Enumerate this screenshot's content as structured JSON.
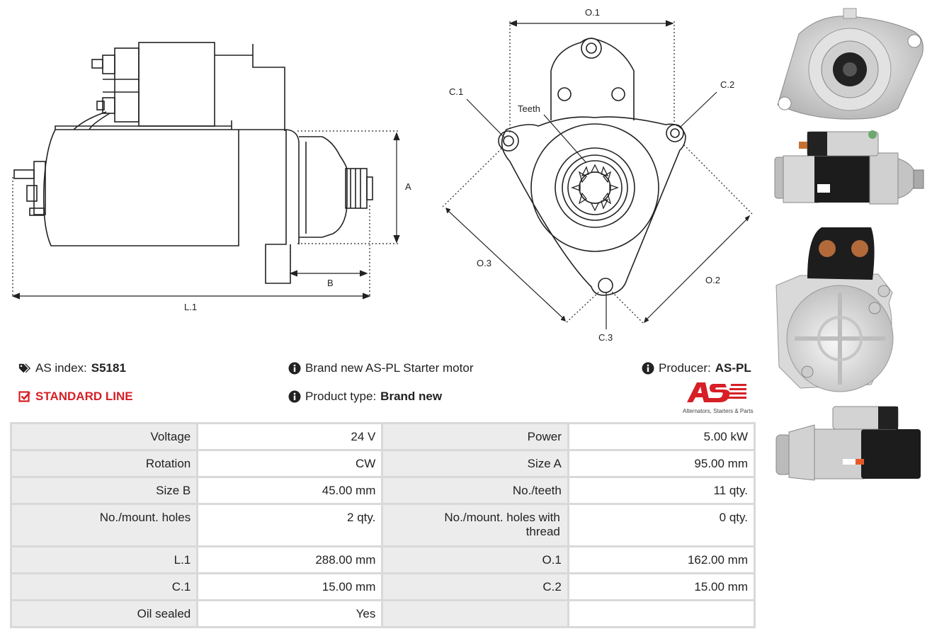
{
  "drawing": {
    "side_labels": {
      "a": "A",
      "b": "B",
      "l1": "L.1"
    },
    "front_labels": {
      "o1": "O.1",
      "o2": "O.2",
      "o3": "O.3",
      "c1": "C.1",
      "c2": "C.2",
      "c3": "C.3",
      "teeth": "Teeth"
    }
  },
  "info": {
    "as_index_label": "AS index:",
    "as_index_value": "S5181",
    "description": "Brand new AS-PL Starter motor",
    "producer_label": "Producer:",
    "producer_value": "AS-PL",
    "line_label": "STANDARD LINE",
    "product_type_label": "Product type:",
    "product_type_value": "Brand new",
    "logo_tagline": "Alternators, Starters & Parts"
  },
  "colors": {
    "accent_red": "#d61f26",
    "table_label_bg": "#ececec",
    "table_border": "#d9d9d9"
  },
  "specs": [
    {
      "l1": "Voltage",
      "v1": "24 V",
      "l2": "Power",
      "v2": "5.00 kW"
    },
    {
      "l1": "Rotation",
      "v1": "CW",
      "l2": "Size A",
      "v2": "95.00 mm"
    },
    {
      "l1": "Size B",
      "v1": "45.00 mm",
      "l2": "No./teeth",
      "v2": "11 qty."
    },
    {
      "l1": "No./mount. holes",
      "v1": "2 qty.",
      "l2": "No./mount. holes with thread",
      "v2": "0 qty."
    },
    {
      "l1": "L.1",
      "v1": "288.00 mm",
      "l2": "O.1",
      "v2": "162.00 mm"
    },
    {
      "l1": "C.1",
      "v1": "15.00 mm",
      "l2": "C.2",
      "v2": "15.00 mm"
    },
    {
      "l1": "Oil sealed",
      "v1": "Yes",
      "l2": "",
      "v2": ""
    }
  ]
}
